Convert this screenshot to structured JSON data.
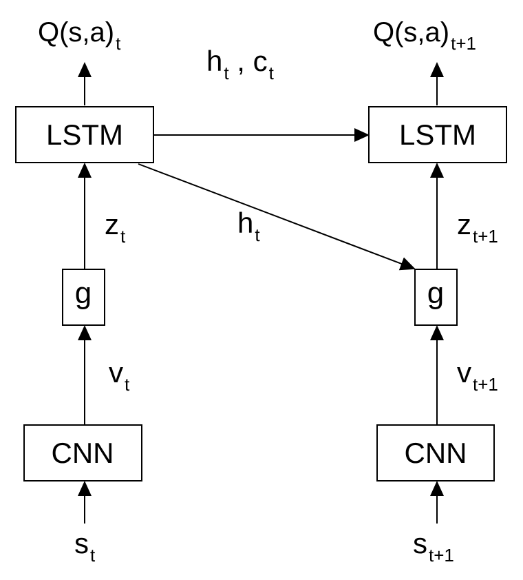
{
  "left": {
    "output": {
      "main": "Q(s,a)",
      "sub": "t"
    },
    "lstm": "LSTM",
    "z": {
      "main": "z",
      "sub": "t"
    },
    "g": "g",
    "v": {
      "main": "v",
      "sub": "t"
    },
    "cnn": "CNN",
    "s": {
      "main": "s",
      "sub": "t"
    }
  },
  "right": {
    "output": {
      "main": "Q(s,a)",
      "sub": "t+1"
    },
    "lstm": "LSTM",
    "z": {
      "main": "z",
      "sub": "t+1"
    },
    "g": "g",
    "v": {
      "main": "v",
      "sub": "t+1"
    },
    "cnn": "CNN",
    "s": {
      "main": "s",
      "sub": "t+1"
    }
  },
  "state_label": {
    "h": "h",
    "h_sub": "t",
    "sep": " , ",
    "c": "c",
    "c_sub": "t"
  },
  "hidden_label": {
    "main": "h",
    "sub": "t"
  }
}
